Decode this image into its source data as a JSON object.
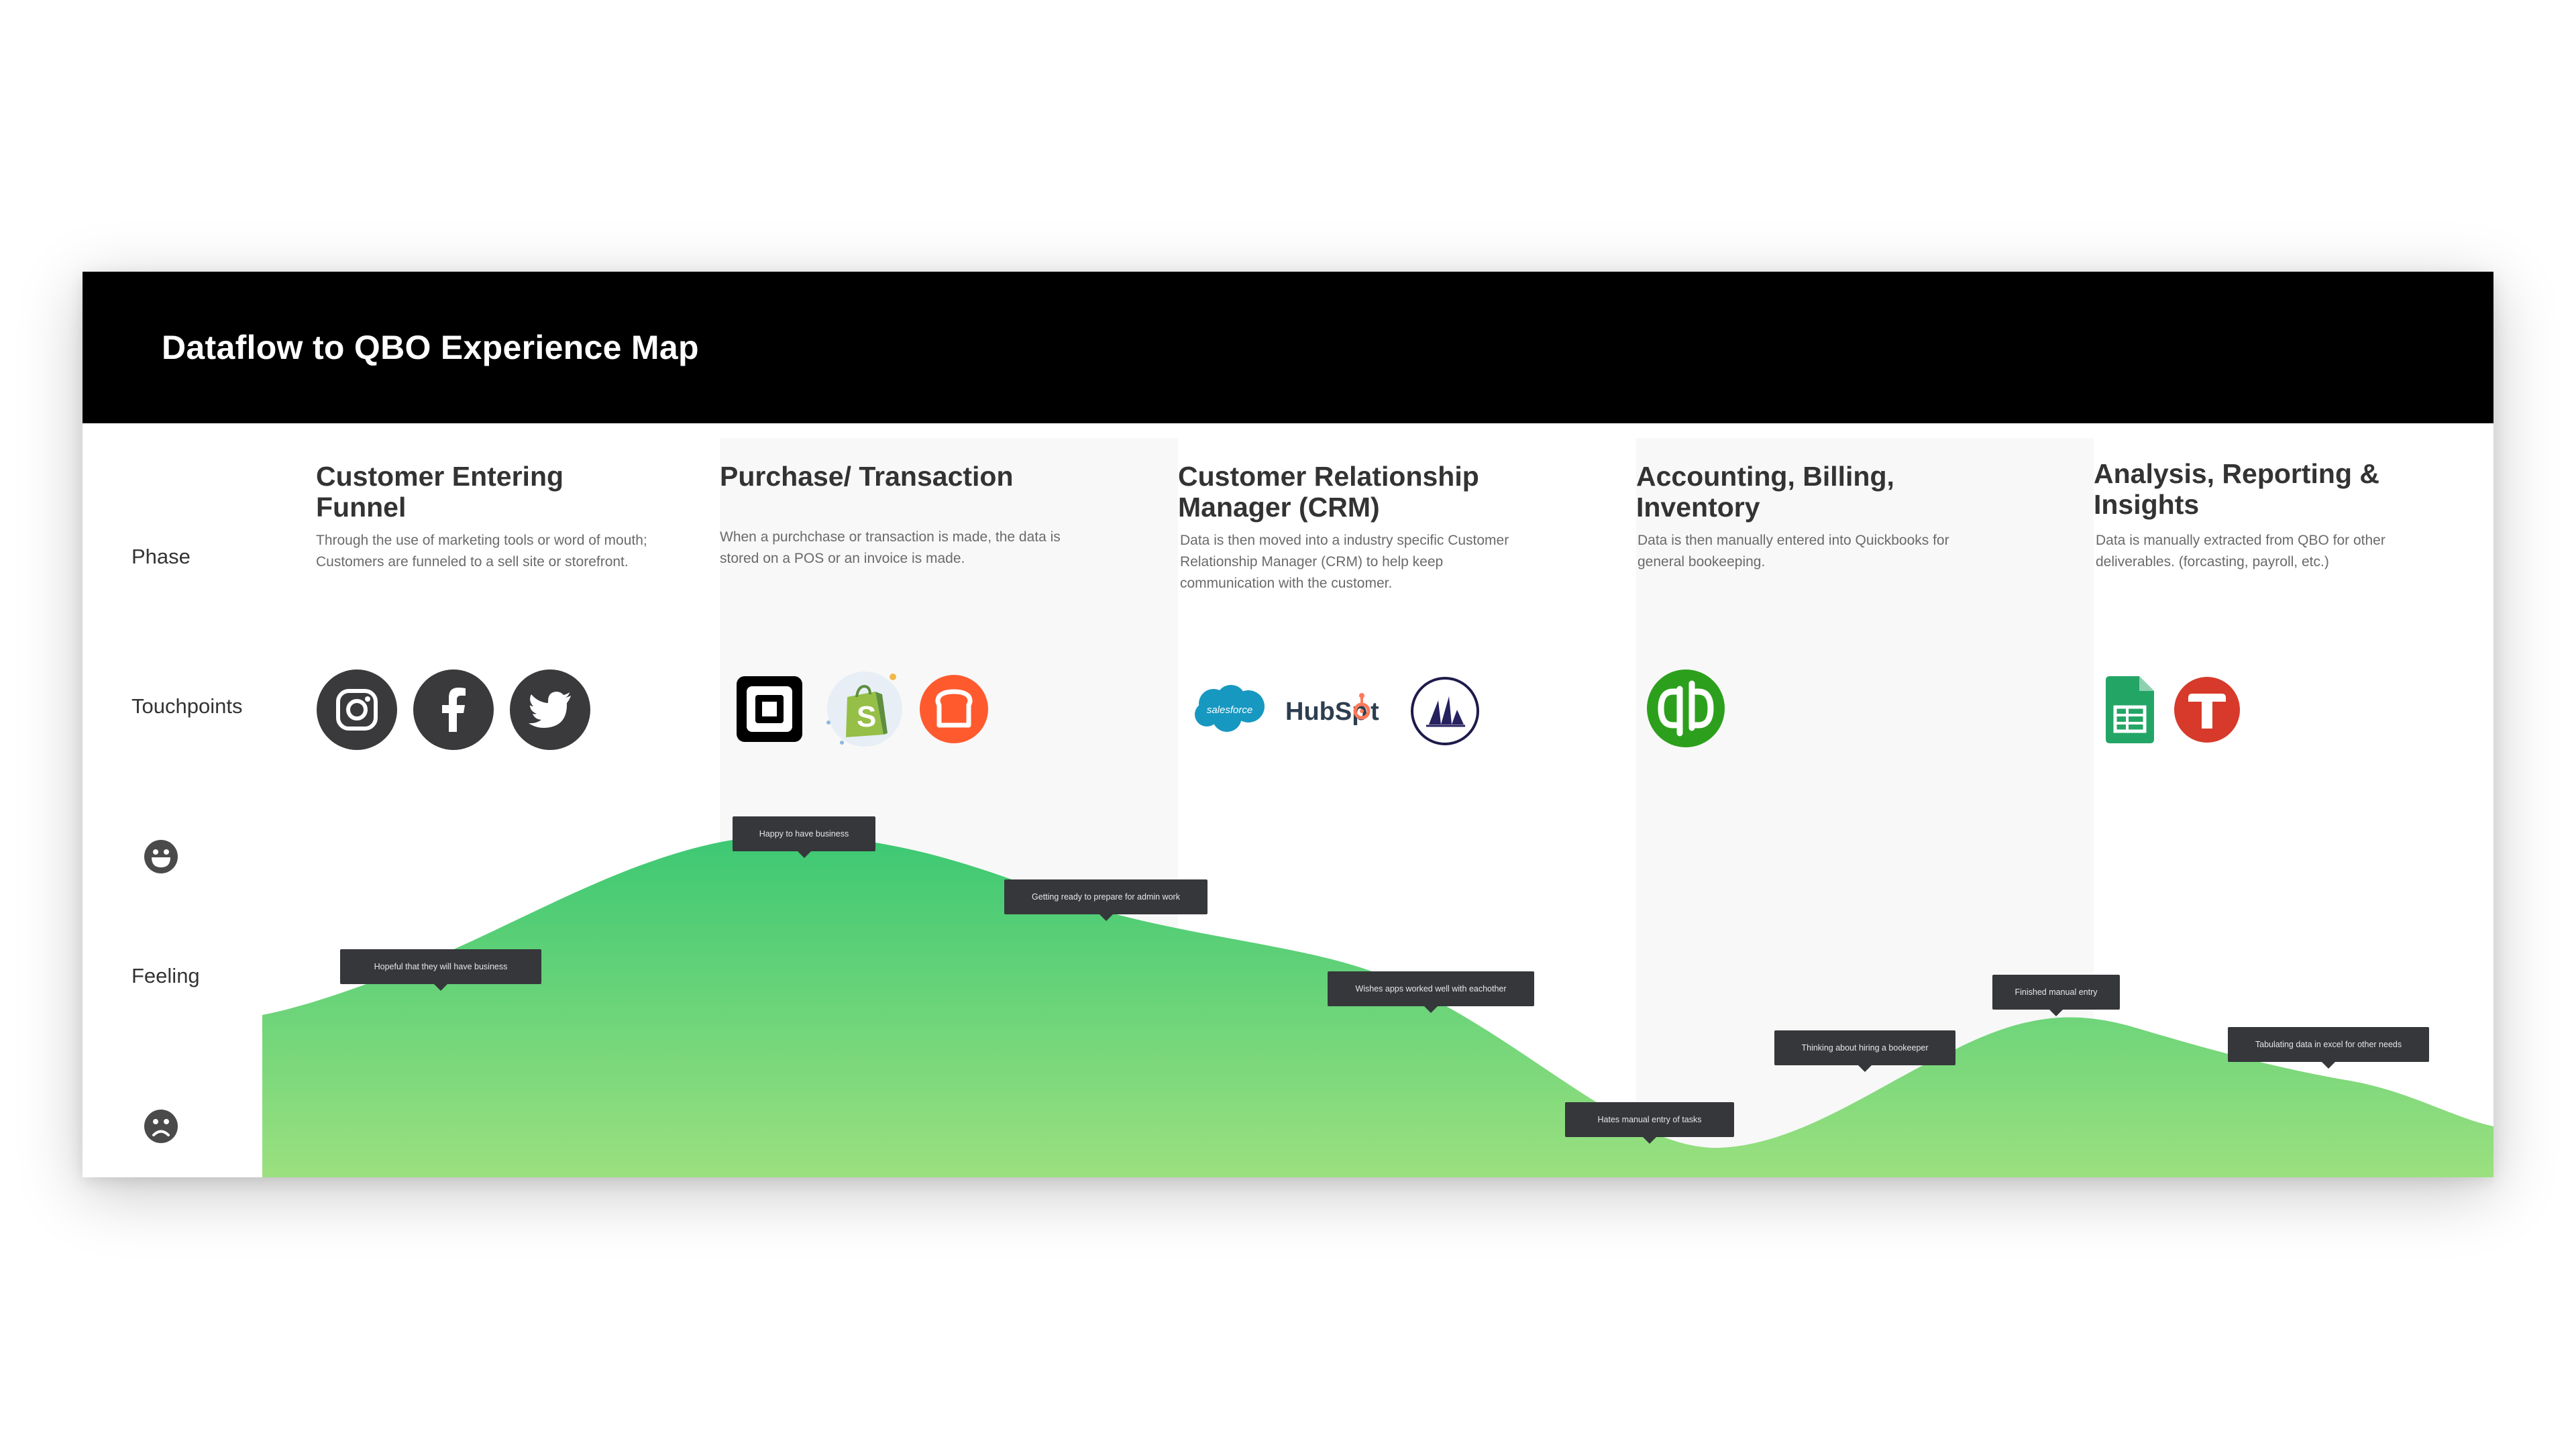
{
  "header": {
    "title": "Dataflow to QBO Experience Map"
  },
  "row_labels": {
    "phase": "Phase",
    "touchpoints": "Touchpoints",
    "feeling": "Feeling"
  },
  "feeling_scale": {
    "top_icon": "grinning-face-icon",
    "bottom_icon": "frowning-face-icon"
  },
  "phases": [
    {
      "title_lines": [
        "Customer Entering",
        "Funnel"
      ],
      "description_lines": [
        "Through the use of marketing tools or word of mouth;",
        "Customers are funneled to a sell site or storefront."
      ],
      "touchpoints": [
        "instagram-icon",
        "facebook-icon",
        "twitter-icon"
      ]
    },
    {
      "title_lines": [
        "Purchase/ Transaction"
      ],
      "description_lines": [
        "When a purchchase or transaction is made, the data is",
        "stored on a POS or an invoice is made."
      ],
      "touchpoints": [
        "square-icon",
        "shopify-icon",
        "toast-icon"
      ]
    },
    {
      "title_lines": [
        "Customer Relationship",
        "Manager (CRM)"
      ],
      "description_lines": [
        "Data is then moved into a industry specific Customer",
        "Relationship Manager (CRM) to help keep",
        "communication with the customer."
      ],
      "touchpoints": [
        "salesforce-icon",
        "hubspot-icon",
        "dynamics-icon"
      ],
      "touchpoint_labels": {
        "salesforce": "salesforce",
        "hubspot_a": "HubSp",
        "hubspot_b": "t"
      }
    },
    {
      "title_lines": [
        "Accounting, Billing,",
        "Inventory"
      ],
      "description_lines": [
        "Data is then manually entered into Quickbooks for",
        "general bookeeping."
      ],
      "touchpoints": [
        "quickbooks-icon"
      ]
    },
    {
      "title_lines": [
        "Analysis, Reporting &",
        "Insights"
      ],
      "description_lines": [
        "Data is manually extracted from QBO for other",
        "deliverables. (forcasting, payroll, etc.)"
      ],
      "touchpoints": [
        "google-sheets-icon",
        "tsheets-icon"
      ]
    }
  ],
  "feelings": [
    "Hopeful that they will have business",
    "Happy to have business",
    "Getting ready to prepare for admin work",
    "Wishes  apps worked well with eachother",
    "Hates manual entry of tasks",
    "Thinking about hiring a bookeeper",
    "Finished manual entry",
    "Tabulating data in excel for other needs"
  ],
  "colors": {
    "header_bg": "#000000",
    "curve_top": "#3cc873",
    "curve_bottom": "#9be07f",
    "tooltip_bg": "#35373b",
    "band_bg": "#f8f8f8"
  }
}
